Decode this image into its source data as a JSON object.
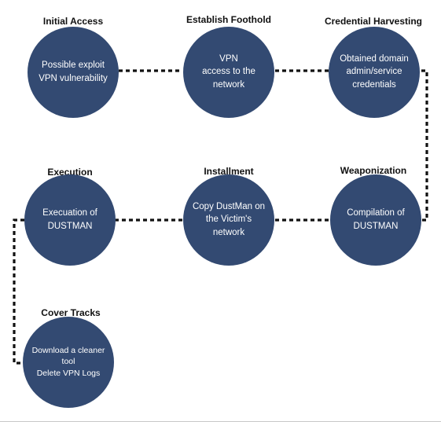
{
  "theme": {
    "node_fill": "#334a72",
    "node_text": "#ffffff",
    "connector": "#111111"
  },
  "stages": [
    {
      "id": "initial-access",
      "title": "Initial Access",
      "lines": [
        "Possible exploit",
        "VPN vulnerability"
      ]
    },
    {
      "id": "establish-foothold",
      "title": "Establish Foothold",
      "lines": [
        "VPN",
        "access to the",
        "network"
      ]
    },
    {
      "id": "credential-harvesting",
      "title": "Credential Harvesting",
      "lines": [
        "Obtained domain",
        "admin/service",
        "credentials"
      ]
    },
    {
      "id": "weaponization",
      "title": "Weaponization",
      "lines": [
        "Compilation of",
        "DUSTMAN"
      ]
    },
    {
      "id": "installment",
      "title": "Installment",
      "lines": [
        "Copy DustMan on",
        "the Victim's",
        "network"
      ]
    },
    {
      "id": "execution",
      "title": "Execution",
      "lines": [
        "Execuation of",
        "DUSTMAN"
      ]
    },
    {
      "id": "cover-tracks",
      "title": "Cover Tracks",
      "lines": [
        "Download a cleaner",
        "tool",
        "Delete VPN Logs"
      ]
    }
  ]
}
